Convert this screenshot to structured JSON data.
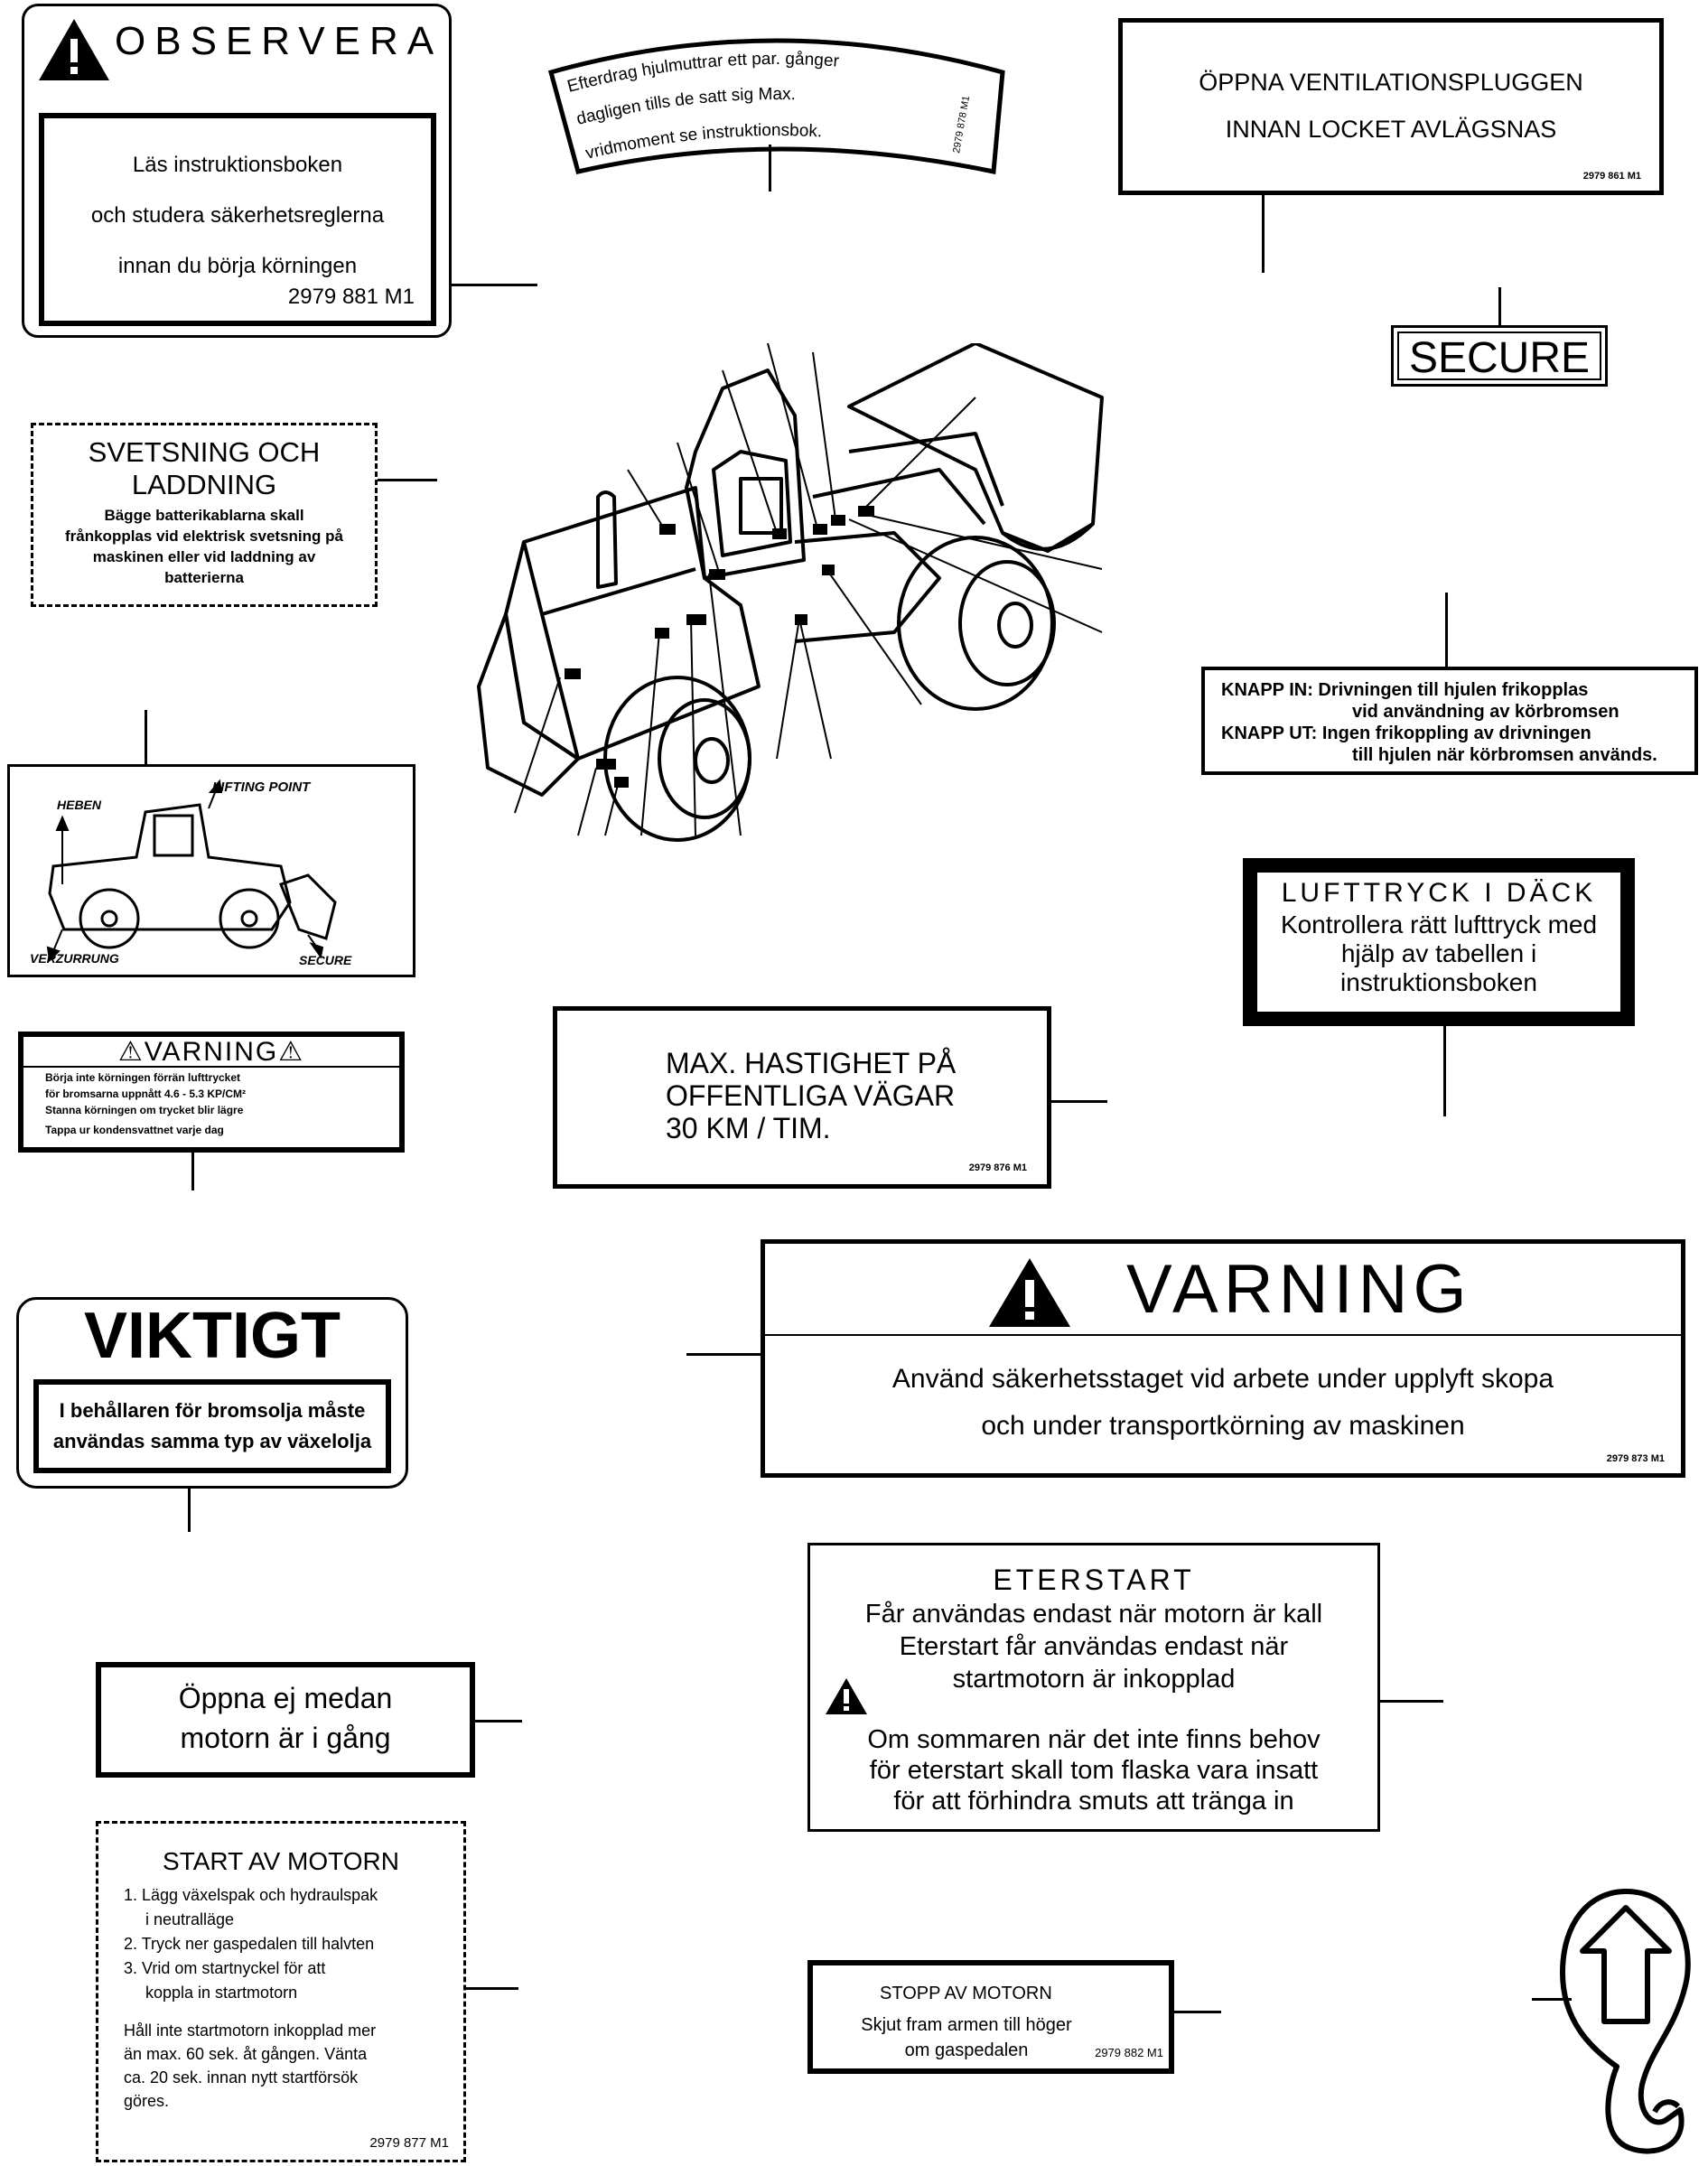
{
  "decals": {
    "observera": {
      "title": "OBSERVERA",
      "lines": [
        "Läs instruktionsboken",
        "och studera säkerhetsreglerna",
        "innan du börja körningen"
      ],
      "part": "2979 881 M1"
    },
    "efterdrag": {
      "lines": [
        "Efterdrag  hjulmuttrar ett  par. gånger",
        "dagligen tills de satt sig Max.",
        "vridmoment se instruktionsbok."
      ],
      "part": "2979 878 M1"
    },
    "ventilation": {
      "lines": [
        "ÖPPNA    VENTILATIONSPLUGGEN",
        "INNAN    LOCKET    AVLÄGSNAS"
      ],
      "part": "2979 861 M1"
    },
    "secure_tag": {
      "text": "SECURE"
    },
    "svetsning": {
      "title_lines": [
        "SVETSNING  OCH",
        "LADDNING"
      ],
      "lines": [
        "Bägge batterikablarna skall",
        "frånkopplas vid elektrisk svetsning på",
        "maskinen eller vid laddning av",
        "batterierna"
      ]
    },
    "lifting": {
      "heben": "HEBEN",
      "lifting_point": "LIFTING  POINT",
      "verzurrung": "VERZURRUNG",
      "secure": "SECURE"
    },
    "knapp": {
      "lines": [
        "KNAPP IN: Drivningen till hjulen frikopplas",
        "vid användning av körbromsen",
        "KNAPP UT: Ingen frikoppling av drivningen",
        "till hjulen när körbromsen används."
      ]
    },
    "lufttryck": {
      "title": "LUFTTRYCK  I  DÄCK",
      "lines": [
        "Kontrollera rätt lufttryck med",
        "hjälp av tabellen i",
        "instruktionsboken"
      ]
    },
    "varning_small": {
      "title": "⚠VARNING⚠",
      "lines": [
        "Börja inte körningen förrän lufttrycket",
        "för bromsarna uppnått 4.6 - 5.3  KP/CM²",
        "Stanna körningen om trycket blir lägre",
        "Tappa ur kondensvattnet varje dag"
      ]
    },
    "hastighet": {
      "lines": [
        "MAX. HASTIGHET PÅ",
        "OFFENTLIGA VÄGAR",
        "30 KM / TIM."
      ],
      "part": "2979 876 M1"
    },
    "viktigt": {
      "title": "VIKTIGT",
      "lines": [
        "I behållaren för bromsolja måste",
        "användas samma typ av växelolja"
      ]
    },
    "varning_big": {
      "title": "VARNING",
      "lines": [
        "Använd säkerhetsstaget vid arbete under upplyft skopa",
        "och under transportkörning av maskinen"
      ],
      "part": "2979 873 M1"
    },
    "eterstart": {
      "title": "ETERSTART",
      "lines_top": [
        "Får användas endast när motorn är kall",
        "Eterstart får användas endast när",
        "startmotorn är inkopplad"
      ],
      "lines_bottom": [
        "Om sommaren när det inte finns  behov",
        "för eterstart skall tom flaska vara insatt",
        "för att förhindra smuts att tränga in"
      ]
    },
    "oppna": {
      "lines": [
        "Öppna ej medan",
        "motorn är i gång"
      ]
    },
    "start": {
      "title": "START AV MOTORN",
      "steps": [
        "1. Lägg växelspak och hydraulspak",
        "i neutralläge",
        "2. Tryck ner gaspedalen till halvten",
        "3. Vrid om startnyckel för att",
        "koppla in startmotorn"
      ],
      "note": [
        "Håll inte startmotorn inkopplad mer",
        "än max. 60 sek. åt gången. Vänta",
        "ca. 20 sek. innan nytt startförsök",
        "göres."
      ],
      "part": "2979 877 M1"
    },
    "stopp": {
      "title": "STOPP AV MOTORN",
      "lines": [
        "Skjut fram armen till höger",
        "om gaspedalen"
      ],
      "part": "2979 882 M1"
    }
  },
  "icons": {
    "warning": "warning-triangle-icon",
    "lift_hook": "lift-hook-arrow-icon",
    "loader": "wheel-loader-drawing"
  }
}
